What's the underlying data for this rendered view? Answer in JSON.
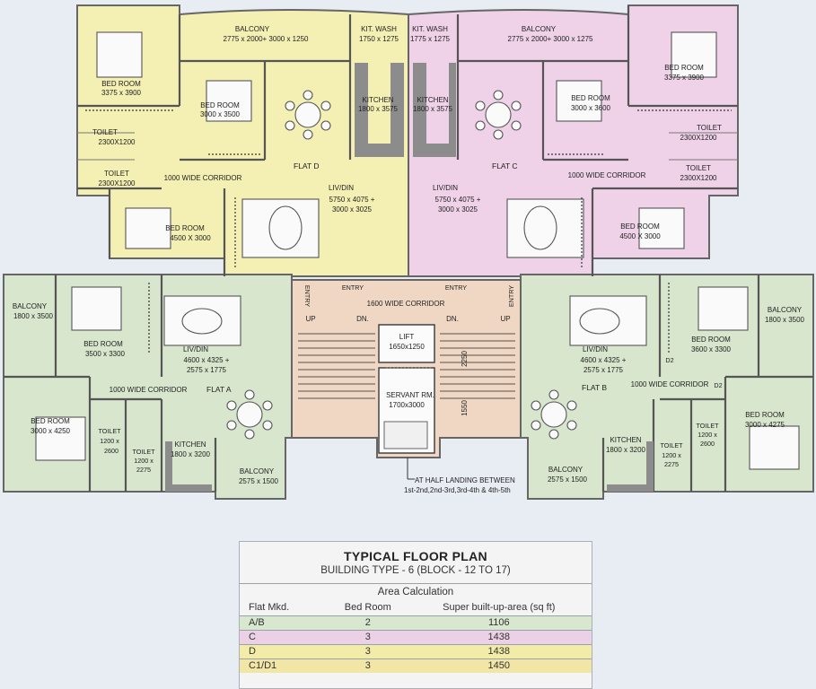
{
  "colors": {
    "flat_a": "#d7e6cd",
    "flat_b": "#d7e6cd",
    "flat_c": "#efd2e8",
    "flat_d": "#f4efb2",
    "common": "#efd7c4",
    "row_ab": "#d8e8cf",
    "row_c": "#ecd1e6",
    "row_d": "#f3eca8",
    "row_c1d1": "#f1e6a6"
  },
  "flat_d": {
    "tag": "FLAT D",
    "balcony": {
      "name": "BALCONY",
      "dim": "2775 x 2000+ 3000 x 1250"
    },
    "kit_wash": {
      "name": "KIT. WASH",
      "dim": "1750 x 1275"
    },
    "kitchen": {
      "name": "KITCHEN",
      "dim": "1800 x 3575"
    },
    "bedroom1": {
      "name": "BED ROOM",
      "dim": "3375 x 3900"
    },
    "bedroom2": {
      "name": "BED ROOM",
      "dim": "3000 x 3500"
    },
    "bedroom3": {
      "name": "BED ROOM",
      "dim": "4500 X 3000"
    },
    "toilet1": {
      "name": "TOILET",
      "dim": "2300X1200"
    },
    "toilet2": {
      "name": "TOILET",
      "dim": "2300X1200"
    },
    "corridor": "1000 WIDE CORRIDOR",
    "livdin": {
      "name": "LIV/DIN",
      "dim1": "5750 x 4075 +",
      "dim2": "3000 x 3025"
    }
  },
  "flat_c": {
    "tag": "FLAT C",
    "balcony": {
      "name": "BALCONY",
      "dim": "2775 x 2000+ 3000 x 1275"
    },
    "kit_wash": {
      "name": "KIT. WASH",
      "dim": "1775 x 1275"
    },
    "kitchen": {
      "name": "KITCHEN",
      "dim": "1800 x 3575"
    },
    "bedroom1": {
      "name": "BED ROOM",
      "dim": "3375 x 3900"
    },
    "bedroom2": {
      "name": "BED ROOM",
      "dim": "3000 x 3600"
    },
    "bedroom3": {
      "name": "BED ROOM",
      "dim": "4500 X 3000"
    },
    "toilet1": {
      "name": "TOILET",
      "dim": "2300X1200"
    },
    "toilet2": {
      "name": "TOILET",
      "dim": "2300X1200"
    },
    "corridor": "1000 WIDE CORRIDOR",
    "livdin": {
      "name": "LIV/DIN",
      "dim1": "5750 x 4075 +",
      "dim2": "3000 x 3025"
    }
  },
  "flat_a": {
    "tag": "FLAT A",
    "balcony1": {
      "name": "BALCONY",
      "dim": "1800 x 3500"
    },
    "bedroom1": {
      "name": "BED ROOM",
      "dim": "3500 x 3300"
    },
    "bedroom2": {
      "name": "BED ROOM",
      "dim": "3000 x 4250"
    },
    "livdin": {
      "name": "LIV/DIN",
      "dim1": "4600 x 4325 +",
      "dim2": "2575 x 1775"
    },
    "corridor": "1000 WIDE CORRIDOR",
    "toilet1": {
      "name": "TOILET",
      "dim1": "1200 x",
      "dim2": "2600"
    },
    "toilet2": {
      "name": "TOILET",
      "dim1": "1200 x",
      "dim2": "2275"
    },
    "kitchen": {
      "name": "KITCHEN",
      "dim": "1800 x 3200"
    },
    "balcony2": {
      "name": "BALCONY",
      "dim": "2575 x 1500"
    }
  },
  "flat_b": {
    "tag": "FLAT B",
    "balcony1": {
      "name": "BALCONY",
      "dim": "1800 x 3500"
    },
    "bedroom1": {
      "name": "BED ROOM",
      "dim": "3600 x 3300"
    },
    "bedroom2": {
      "name": "BED ROOM",
      "dim": "3000 x 4275"
    },
    "livdin": {
      "name": "LIV/DIN",
      "dim1": "4600 x 4325 +",
      "dim2": "2575 x 1775"
    },
    "corridor": "1000 WIDE CORRIDOR",
    "toilet1": {
      "name": "TOILET",
      "dim1": "1200 x",
      "dim2": "2600"
    },
    "toilet2": {
      "name": "TOILET",
      "dim1": "1200 x",
      "dim2": "2275"
    },
    "kitchen": {
      "name": "KITCHEN",
      "dim": "1800 x 3200"
    },
    "balcony2": {
      "name": "BALCONY",
      "dim": "2575 x 1500"
    },
    "d2a": "D2",
    "d2b": "D2"
  },
  "common": {
    "corridor": "1600 WIDE CORRIDOR",
    "entry": "ENTRY",
    "up": "UP",
    "dn": "DN.",
    "lift": {
      "name": "LIFT",
      "dim": "1650x1250"
    },
    "servant": {
      "name": "SERVANT RM.",
      "dim": "1700x3000"
    },
    "dim_2250": "2250",
    "dim_1550": "1550",
    "landing1": "AT HALF LANDING BETWEEN",
    "landing2": "1st-2nd,2nd-3rd,3rd-4th & 4th-5th"
  },
  "legend": {
    "title": "TYPICAL FLOOR PLAN",
    "subtitle": "BUILDING TYPE - 6 (BLOCK - 12 TO 17)",
    "area_heading": "Area Calculation",
    "headers": [
      "Flat Mkd.",
      "Bed Room",
      "Super built-up-area (sq ft)"
    ],
    "rows": [
      [
        "A/B",
        "2",
        "1106"
      ],
      [
        "C",
        "3",
        "1438"
      ],
      [
        "D",
        "3",
        "1438"
      ],
      [
        "C1/D1",
        "3",
        "1450"
      ]
    ]
  }
}
